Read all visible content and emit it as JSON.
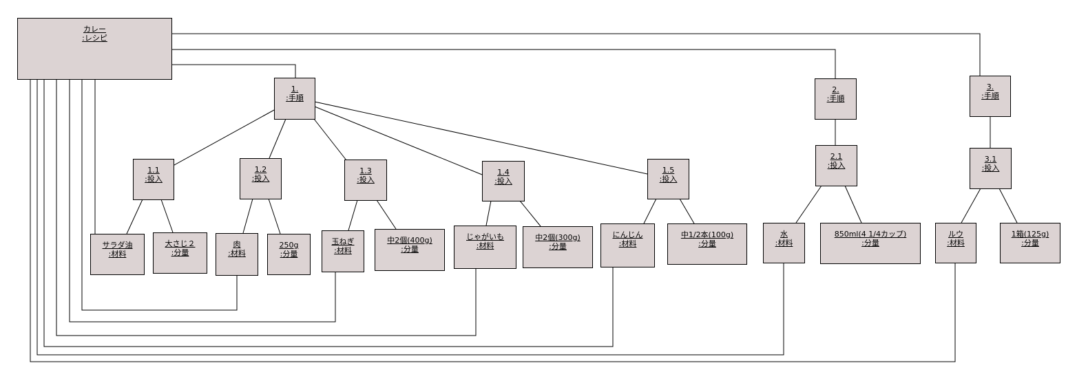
{
  "diagram": {
    "recipe": {
      "line1": "カレー",
      "line2": ":レシピ"
    },
    "steps": [
      {
        "line1": "1.",
        "line2": ":手順"
      },
      {
        "line1": "2.",
        "line2": ":手順"
      },
      {
        "line1": "3.",
        "line2": ":手順"
      }
    ],
    "inputs": [
      {
        "line1": "1.1",
        "line2": ":投入"
      },
      {
        "line1": "1.2",
        "line2": ":投入"
      },
      {
        "line1": "1.3",
        "line2": ":投入"
      },
      {
        "line1": "1.4",
        "line2": ":投入"
      },
      {
        "line1": "1.5",
        "line2": ":投入"
      },
      {
        "line1": "2.1",
        "line2": ":投入"
      },
      {
        "line1": "3.1",
        "line2": ":投入"
      }
    ],
    "materials": [
      {
        "line1": "サラダ油",
        "line2": ":材料"
      },
      {
        "line1": "肉",
        "line2": ":材料"
      },
      {
        "line1": "玉ねぎ",
        "line2": ":材料"
      },
      {
        "line1": "じゃがいも",
        "line2": ":材料"
      },
      {
        "line1": "にんじん",
        "line2": ":材料"
      },
      {
        "line1": "水",
        "line2": ":材料"
      },
      {
        "line1": "ルウ",
        "line2": ":材料"
      }
    ],
    "amounts": [
      {
        "line1": "大さじ２",
        "line2": ":分量"
      },
      {
        "line1": "250g",
        "line2": ":分量"
      },
      {
        "line1": "中2個(400g)",
        "line2": ":分量"
      },
      {
        "line1": "中2個(300g)",
        "line2": ":分量"
      },
      {
        "line1": "中1/2本(100g)",
        "line2": ":分量"
      },
      {
        "line1": "850ml(4 1/4カップ)",
        "line2": ":分量"
      },
      {
        "line1": "1箱(125g)",
        "line2": ":分量"
      }
    ]
  }
}
